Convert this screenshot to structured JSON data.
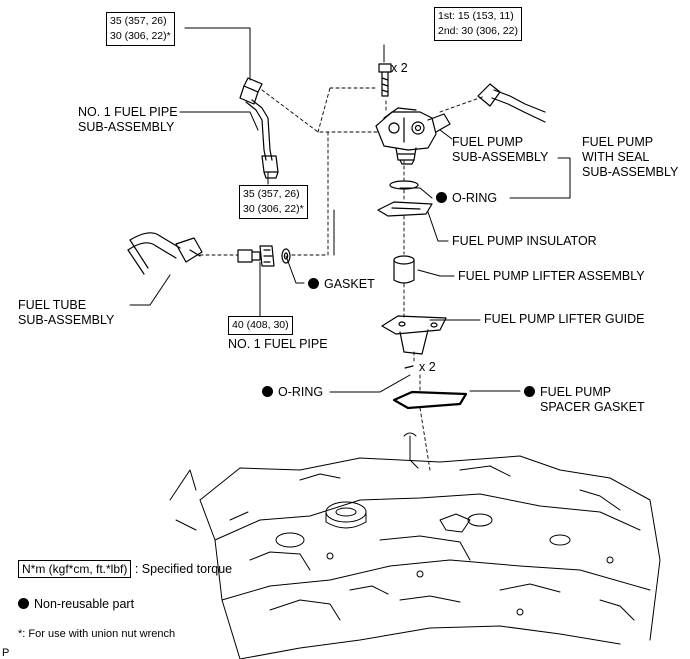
{
  "torque_boxes": {
    "fuel_pipe_top": {
      "line1": "35 (357, 26)",
      "line2": "30 (306, 22)*"
    },
    "pump_bolt": {
      "line1": "1st: 15 (153, 11)",
      "line2": "2nd: 30 (306, 22)"
    },
    "fuel_pipe_bottom": {
      "line1": "35 (357, 26)",
      "line2": "30 (306, 22)*"
    },
    "union_bolt": {
      "line1": "40 (408, 30)"
    }
  },
  "labels": {
    "bolt_qty": "x 2",
    "no1_fuel_pipe_sub_line1": "NO. 1 FUEL PIPE",
    "no1_fuel_pipe_sub_line2": "SUB-ASSEMBLY",
    "fuel_pump_sub_line1": "FUEL PUMP",
    "fuel_pump_sub_line2": "SUB-ASSEMBLY",
    "fuel_pump_seal_line1": "FUEL PUMP",
    "fuel_pump_seal_line2": "WITH SEAL",
    "fuel_pump_seal_line3": "SUB-ASSEMBLY",
    "o_ring_upper": "O-RING",
    "fuel_pump_insulator": "FUEL PUMP INSULATOR",
    "fuel_pump_lifter_assembly": "FUEL PUMP LIFTER ASSEMBLY",
    "gasket": "GASKET",
    "fuel_pump_lifter_guide": "FUEL PUMP LIFTER GUIDE",
    "fuel_tube_sub_line1": "FUEL TUBE",
    "fuel_tube_sub_line2": "SUB-ASSEMBLY",
    "no1_fuel_pipe": "NO. 1 FUEL PIPE",
    "o_ring_qty": "x 2",
    "o_ring_lower": "O-RING",
    "spacer_gasket_line1": "FUEL PUMP",
    "spacer_gasket_line2": "SPACER GASKET"
  },
  "legend": {
    "torque_unit": "N*m (kgf*cm, ft.*lbf)",
    "torque_desc": ": Specified torque",
    "non_reusable": "Non-reusable part",
    "footnote": "*: For use with union nut wrench"
  },
  "corner_mark": "P"
}
